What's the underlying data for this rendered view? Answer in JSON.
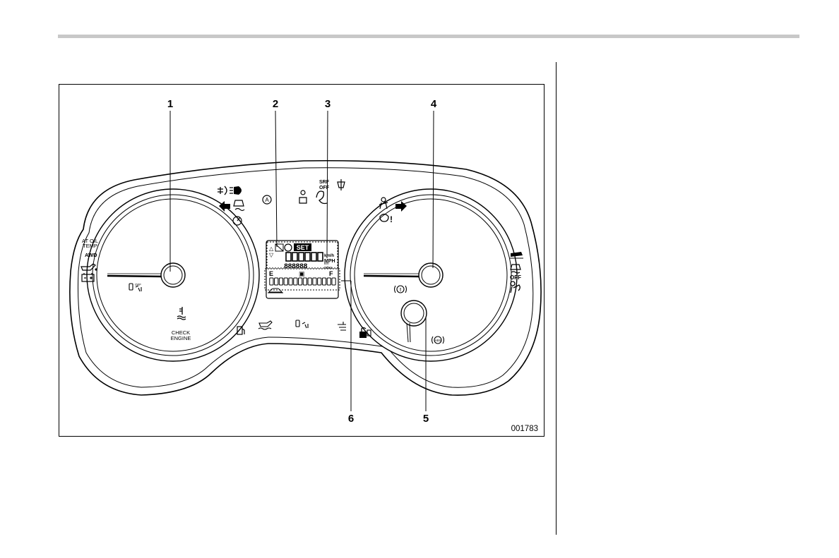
{
  "figure": {
    "callouts": [
      "1",
      "2",
      "3",
      "4",
      "5",
      "6"
    ],
    "code": "001783"
  },
  "tachometer": {
    "labels": {
      "at_oil_temp_1": "AT OIL",
      "at_oil_temp_2": "TEMP",
      "awd": "AWD",
      "check_engine_1": "CHECK",
      "check_engine_2": "ENGINE",
      "off": "OFF"
    }
  },
  "display": {
    "set": "SET",
    "kmh": "km/h",
    "mph": "MPH",
    "odo_digits": "888888",
    "km": "km",
    "miles": "miles",
    "fuel_e": "E",
    "fuel_f": "F",
    "segments": 14
  },
  "warning_strip": {
    "srf_off_1": "SRF",
    "srf_off_2": "OFF"
  },
  "speedometer": {
    "vdc_off": "OFF",
    "abs": "ABS",
    "brake": "(!)"
  }
}
